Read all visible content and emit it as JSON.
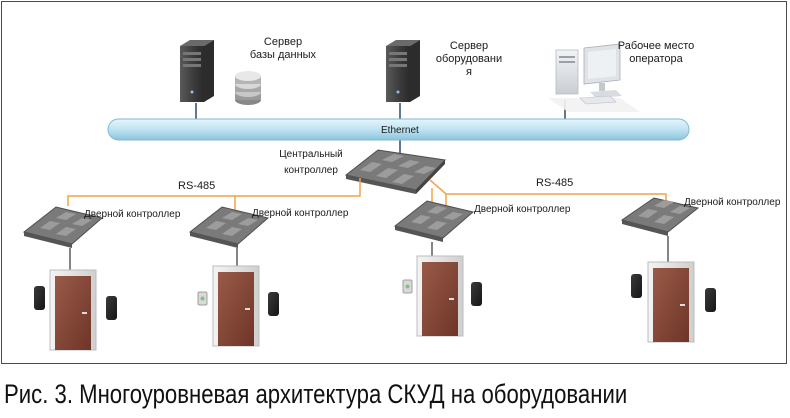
{
  "labels": {
    "db_server_line1": "Сервер",
    "db_server_line2": "базы данных",
    "hw_server_line1": "Сервер",
    "hw_server_line2": "оборудовани",
    "hw_server_line3": "я",
    "workstation_line1": "Рабочее место",
    "workstation_line2": "оператора",
    "ethernet": "Ethernet",
    "central_line1": "Центральный",
    "central_line2": "контроллер",
    "rs485_left": "RS-485",
    "rs485_right": "RS-485",
    "door_ctrl_1": "Дверной контроллер",
    "door_ctrl_2": "Дверной контроллер",
    "door_ctrl_3": "Дверной контроллер",
    "door_ctrl_4": "Дверной контроллер"
  },
  "caption": "Рис. 3. Многоуровневая архитектура СКУД на оборудовании",
  "colors": {
    "bus": "#bfe3f2",
    "bus_edge": "#7fb9d3",
    "rs485_line": "#f2a24a",
    "door": "#8a4a3a",
    "controller": "#6d6d6d"
  }
}
